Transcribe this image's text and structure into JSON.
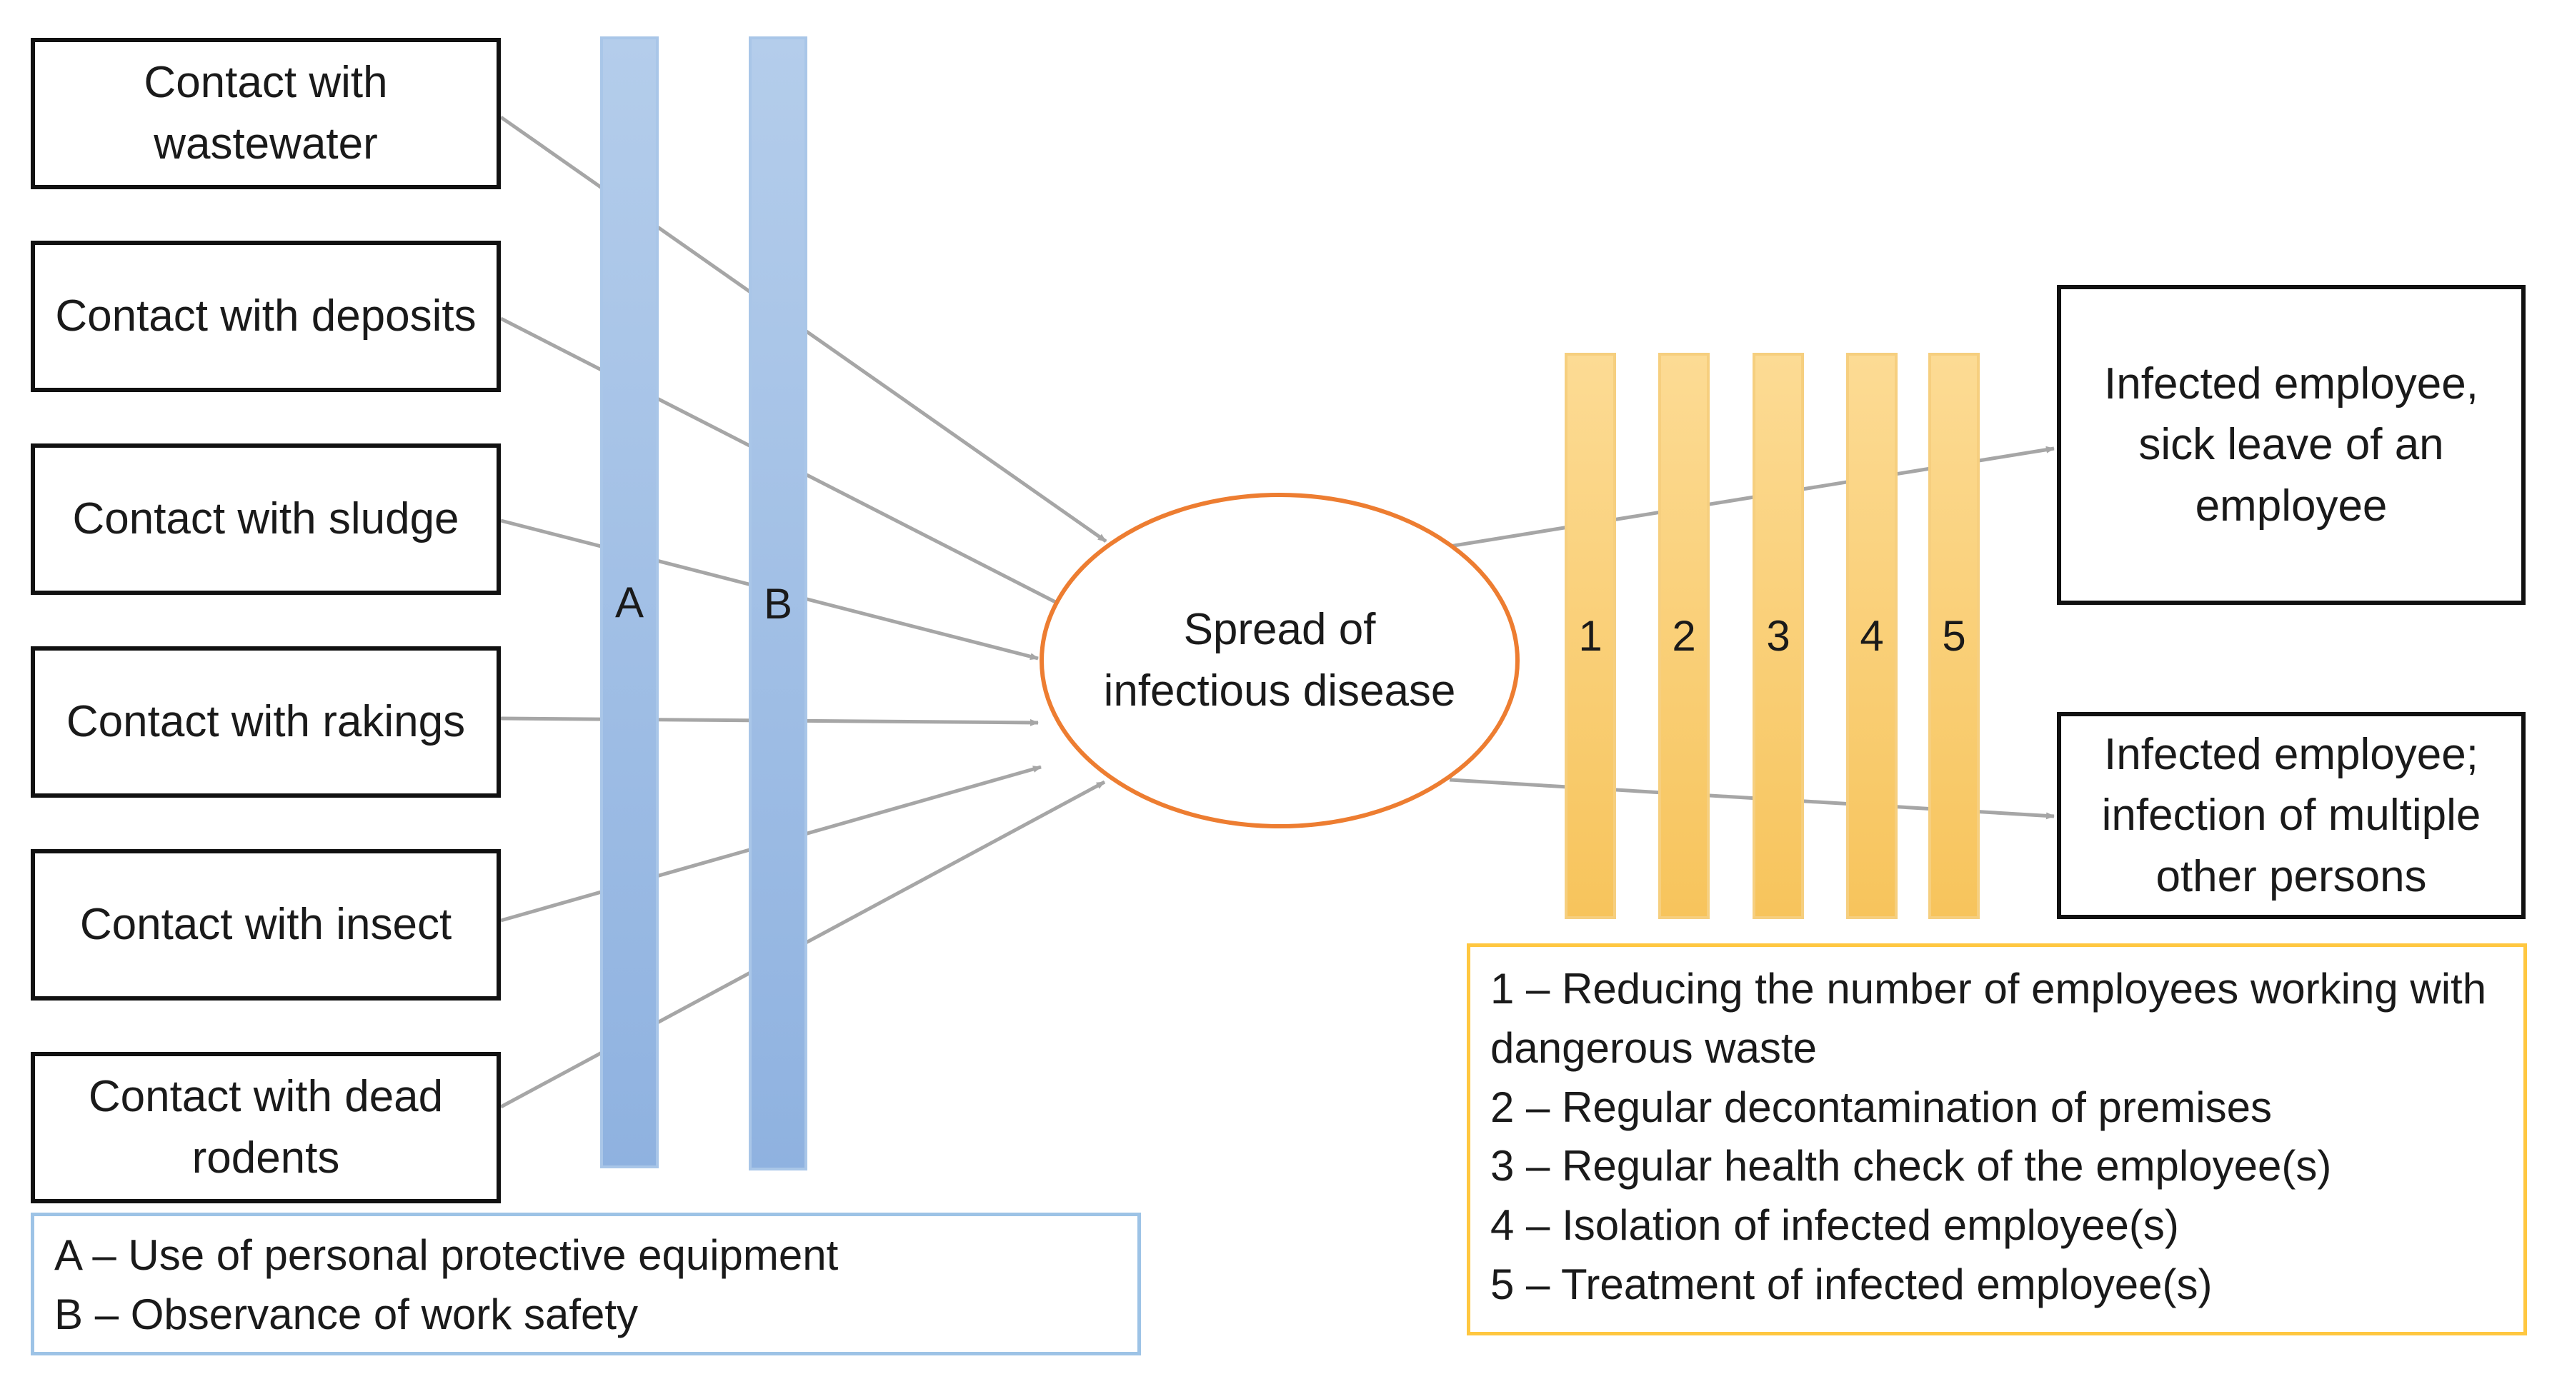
{
  "sources": [
    "Contact with wastewater",
    "Contact with deposits",
    "Contact with sludge",
    "Contact with rakings",
    "Contact with insect",
    "Contact with dead rodents"
  ],
  "barriers_left": [
    "A",
    "B"
  ],
  "barriers_right": [
    "1",
    "2",
    "3",
    "4",
    "5"
  ],
  "center": "Spread of infectious disease",
  "outcomes": [
    "Infected employee, sick leave of an employee",
    "Infected employee; infection of multiple other persons"
  ],
  "legend_left": [
    "A – Use of personal protective equipment",
    "B – Observance of work safety"
  ],
  "legend_right": [
    "1 – Reducing the number of employees working with dangerous waste",
    "2 – Regular decontamination of premises",
    "3 – Regular health check of the employee(s)",
    "4 – Isolation of infected employee(s)",
    "5 – Treatment of infected employee(s)"
  ],
  "colors": {
    "arrow": "#a6a6a6",
    "ellipse_stroke": "#ed7d31",
    "barrier_blue": "#9dc3e6",
    "barrier_orange": "#ffc740"
  }
}
